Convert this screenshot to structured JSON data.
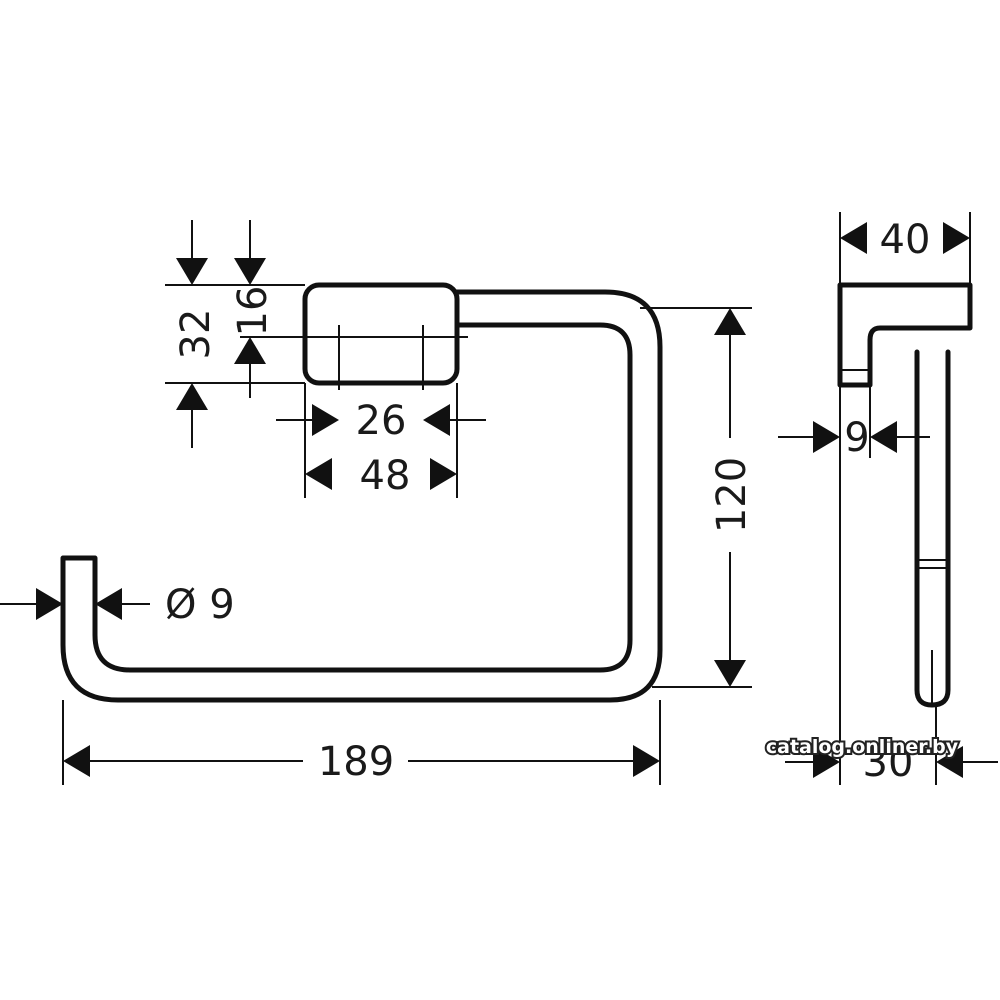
{
  "dimensions": {
    "block_height": "32",
    "block_half_height": "16",
    "inner_span": "26",
    "block_width": "48",
    "ring_height": "120",
    "rod_diameter": "Ø 9",
    "overall_width": "189",
    "side_depth": "40",
    "side_rod_offset": "9",
    "side_bottom_depth": "30"
  },
  "watermark": "catalog.onliner.by",
  "colors": {
    "line": "#111111",
    "background": "#ffffff"
  }
}
